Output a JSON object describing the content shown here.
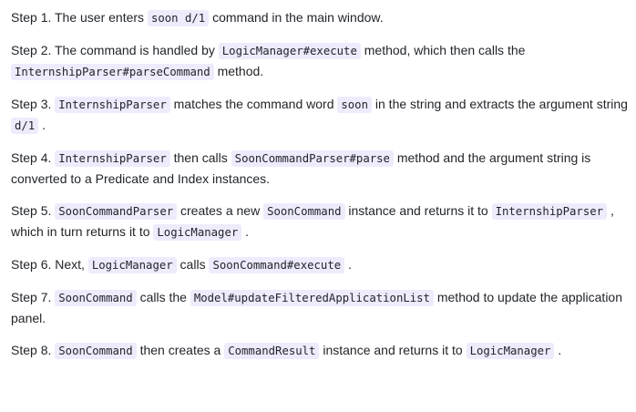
{
  "document": {
    "type": "developer-guide-step-sequence",
    "code_span_background": "#edebfc",
    "text_color": "#1f2328",
    "page_background": "#ffffff",
    "steps": [
      {
        "number": "Step 1.",
        "label": "step-1",
        "parts": [
          {
            "kind": "text",
            "text": "Step 1. The user enters "
          },
          {
            "kind": "code",
            "text": "soon d/1"
          },
          {
            "kind": "text",
            "text": " command in the main window."
          }
        ]
      },
      {
        "number": "Step 2.",
        "label": "step-2",
        "parts": [
          {
            "kind": "text",
            "text": "Step 2. The command is handled by "
          },
          {
            "kind": "code",
            "text": "LogicManager#execute"
          },
          {
            "kind": "text",
            "text": " method, which then calls the "
          },
          {
            "kind": "code",
            "text": "InternshipParser#parseCommand"
          },
          {
            "kind": "text",
            "text": " method."
          }
        ]
      },
      {
        "number": "Step 3.",
        "label": "step-3",
        "parts": [
          {
            "kind": "text",
            "text": "Step 3. "
          },
          {
            "kind": "code",
            "text": "InternshipParser"
          },
          {
            "kind": "text",
            "text": " matches the command word "
          },
          {
            "kind": "code",
            "text": "soon"
          },
          {
            "kind": "text",
            "text": " in the string and extracts the argument string "
          },
          {
            "kind": "code",
            "text": "d/1"
          },
          {
            "kind": "text",
            "text": " ."
          }
        ]
      },
      {
        "number": "Step 4.",
        "label": "step-4",
        "parts": [
          {
            "kind": "text",
            "text": "Step 4. "
          },
          {
            "kind": "code",
            "text": "InternshipParser"
          },
          {
            "kind": "text",
            "text": " then calls "
          },
          {
            "kind": "code",
            "text": "SoonCommandParser#parse"
          },
          {
            "kind": "text",
            "text": " method and the argument string is converted to a Predicate and Index instances."
          }
        ]
      },
      {
        "number": "Step 5.",
        "label": "step-5",
        "parts": [
          {
            "kind": "text",
            "text": "Step 5. "
          },
          {
            "kind": "code",
            "text": "SoonCommandParser"
          },
          {
            "kind": "text",
            "text": " creates a new "
          },
          {
            "kind": "code",
            "text": "SoonCommand"
          },
          {
            "kind": "text",
            "text": " instance and returns it to "
          },
          {
            "kind": "code",
            "text": "InternshipParser"
          },
          {
            "kind": "text",
            "text": " , which in turn returns it to "
          },
          {
            "kind": "code",
            "text": "LogicManager"
          },
          {
            "kind": "text",
            "text": " ."
          }
        ]
      },
      {
        "number": "Step 6.",
        "label": "step-6",
        "parts": [
          {
            "kind": "text",
            "text": "Step 6. Next, "
          },
          {
            "kind": "code",
            "text": "LogicManager"
          },
          {
            "kind": "text",
            "text": " calls "
          },
          {
            "kind": "code",
            "text": "SoonCommand#execute"
          },
          {
            "kind": "text",
            "text": " ."
          }
        ]
      },
      {
        "number": "Step 7.",
        "label": "step-7",
        "parts": [
          {
            "kind": "text",
            "text": "Step 7. "
          },
          {
            "kind": "code",
            "text": "SoonCommand"
          },
          {
            "kind": "text",
            "text": " calls the "
          },
          {
            "kind": "code",
            "text": "Model#updateFilteredApplicationList"
          },
          {
            "kind": "text",
            "text": " method to update the application panel."
          }
        ]
      },
      {
        "number": "Step 8.",
        "label": "step-8",
        "parts": [
          {
            "kind": "text",
            "text": "Step 8. "
          },
          {
            "kind": "code",
            "text": "SoonCommand"
          },
          {
            "kind": "text",
            "text": " then creates a "
          },
          {
            "kind": "code",
            "text": "CommandResult"
          },
          {
            "kind": "text",
            "text": " instance and returns it to "
          },
          {
            "kind": "code",
            "text": "LogicManager"
          },
          {
            "kind": "text",
            "text": " ."
          }
        ]
      }
    ]
  }
}
